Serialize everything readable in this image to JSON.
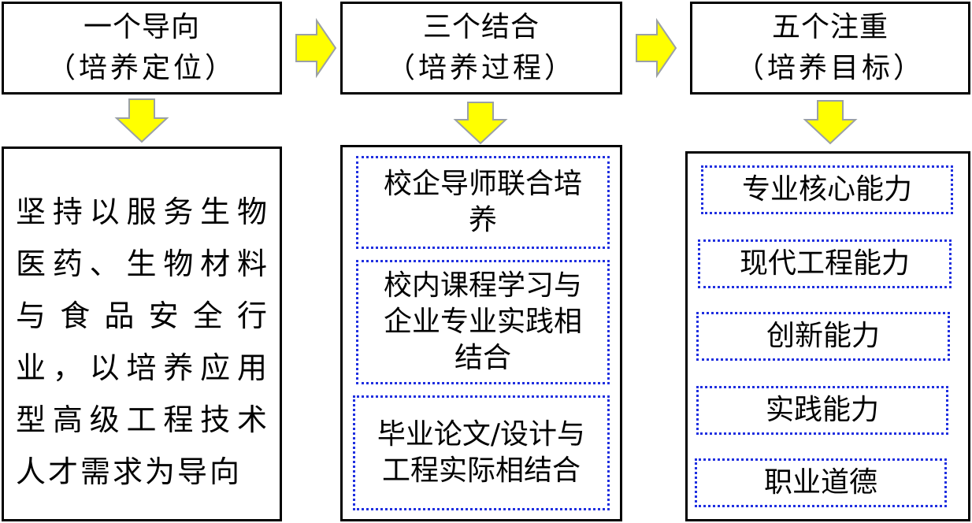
{
  "colors": {
    "arrow_fill": "#ffff00",
    "arrow_stroke": "#9aa0a6",
    "dashed_border": "#1f2fe0",
    "box_border": "#000000"
  },
  "columns": [
    {
      "title": "一个导向",
      "subtitle": "（培养定位）",
      "content": "坚持以服务生物医药、生物材料与食品安全行业，以培养应用型高级工程技术人才需求为导向"
    },
    {
      "title": "三个结合",
      "subtitle": "（培养过程）",
      "items": [
        "校企导师联合培养",
        "校内课程学习与企业专业实践相结合",
        "毕业论文/设计与工程实际相结合"
      ]
    },
    {
      "title": "五个注重",
      "subtitle": "（培养目标）",
      "items": [
        "专业核心能力",
        "现代工程能力",
        "创新能力",
        "实践能力",
        "职业道德"
      ]
    }
  ]
}
